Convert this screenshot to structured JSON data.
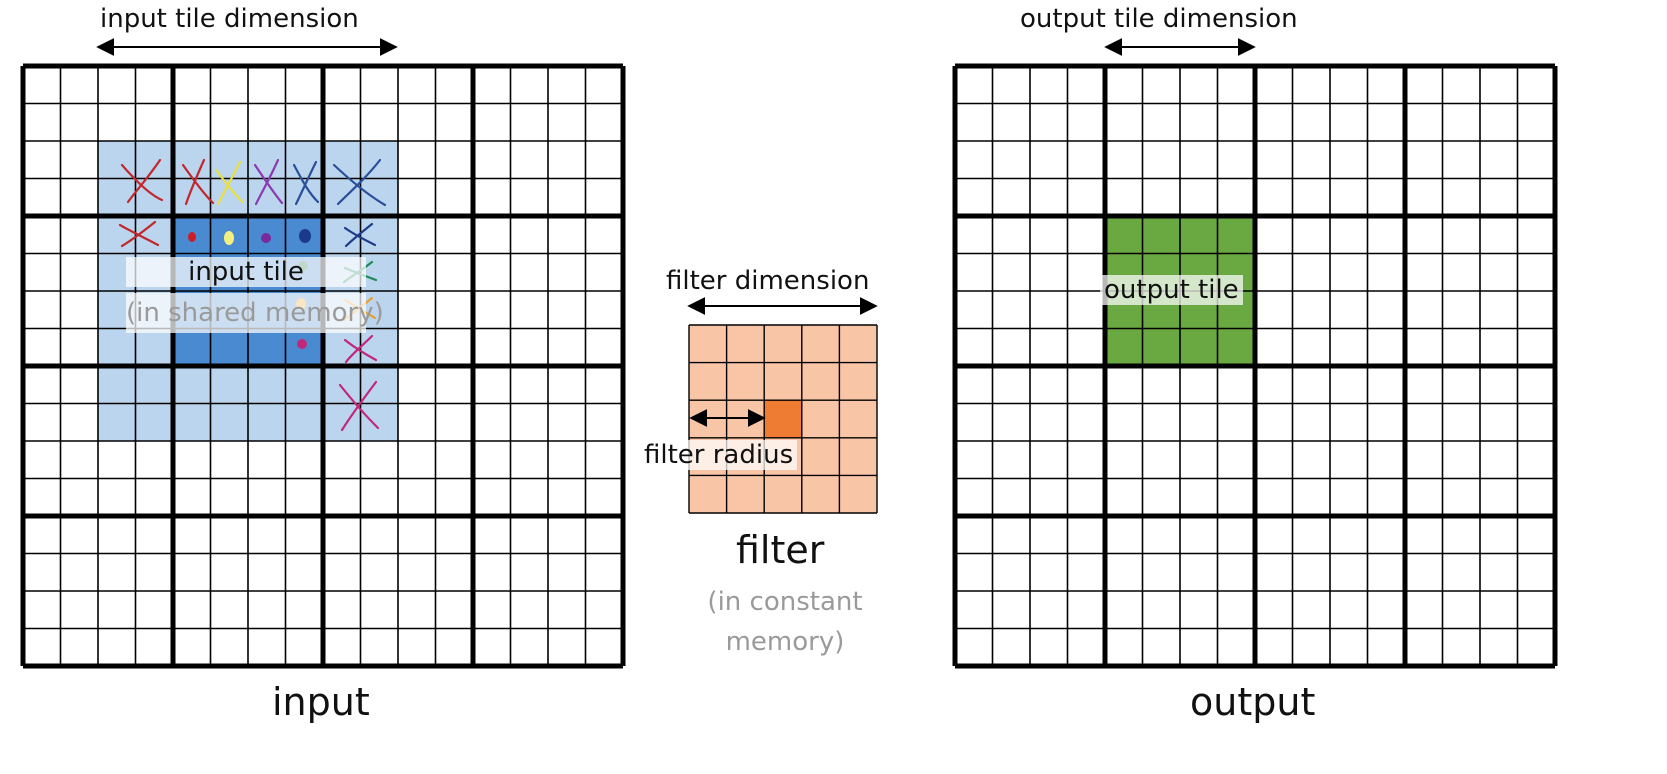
{
  "labels": {
    "input_tile_dimension": "input tile dimension",
    "output_tile_dimension": "output tile dimension",
    "filter_dimension": "filter dimension",
    "filter_radius": "filter radius",
    "input_tile": "input tile",
    "in_shared_memory": "(in shared memory)",
    "output_tile": "output tile",
    "filter": "filter",
    "in_constant_memory_line1": "(in constant",
    "in_constant_memory_line2": "memory)",
    "input": "input",
    "output": "output"
  },
  "colors": {
    "input_tile_light": "#bcd5ee",
    "input_tile_dark": "#4a8ad0",
    "output_tile": "#6aa842",
    "filter_cell": "#f8c6a6",
    "filter_center": "#ee7c32",
    "grid_line": "#000000"
  },
  "grid": {
    "cells": 16,
    "cells_per_tile": 4
  },
  "filter_grid": {
    "cells": 5
  },
  "marks": {
    "input_tile_row_start": 2,
    "input_tile_row_end": 9,
    "input_tile_col_start": 2,
    "input_tile_col_end": 9,
    "core_row_start": 4,
    "core_row_end": 7,
    "core_col_start": 4,
    "core_col_end": 7,
    "output_tile_row_start": 4,
    "output_tile_row_end": 7,
    "output_tile_col_start": 4,
    "output_tile_col_end": 7,
    "filter_center_row": 2,
    "filter_center_col": 2
  }
}
